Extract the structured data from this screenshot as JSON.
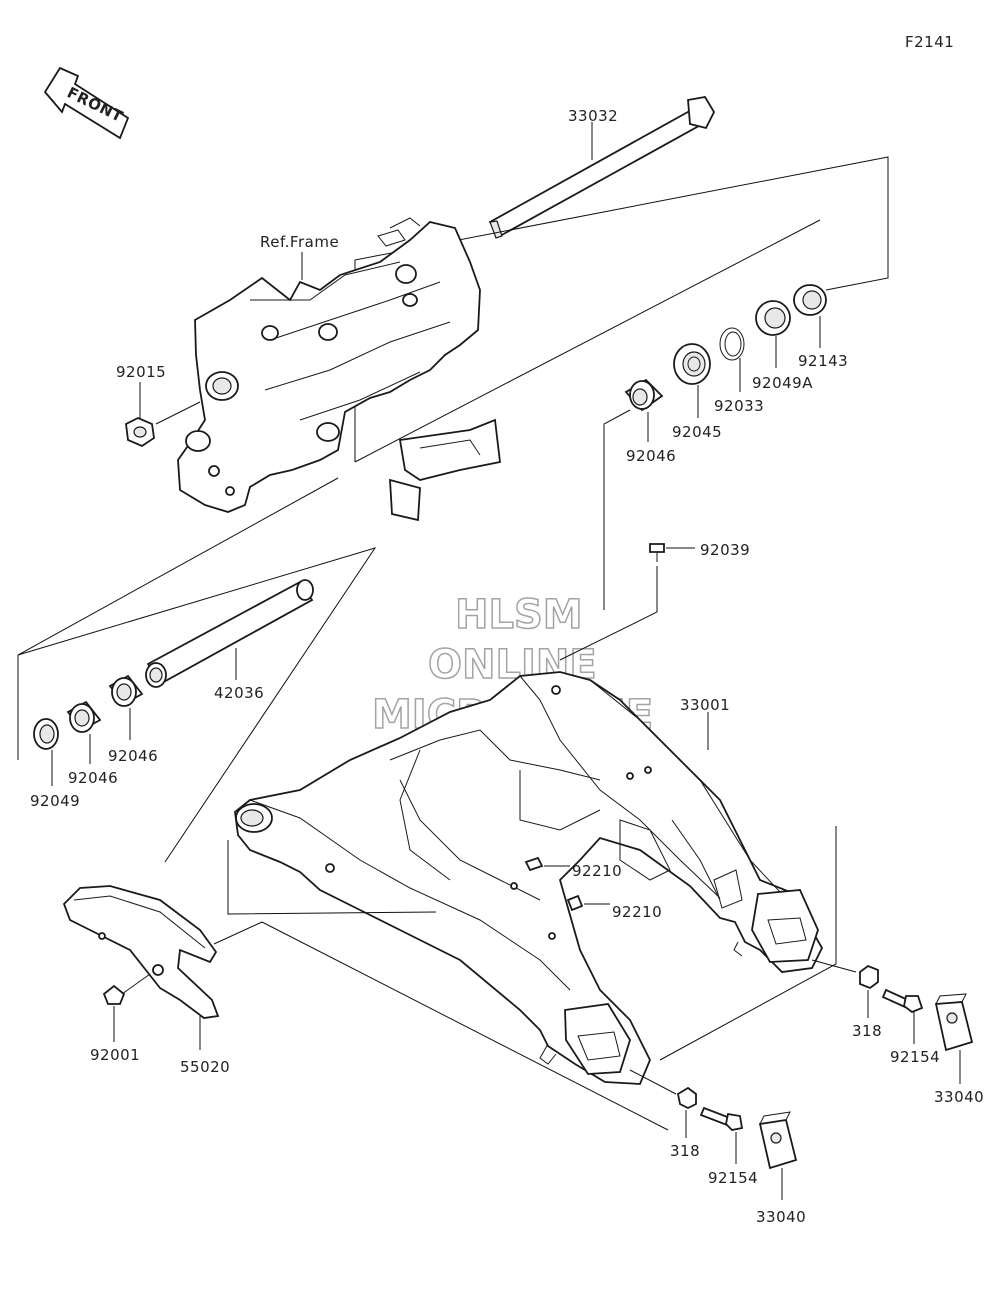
{
  "figure_code": "F2141",
  "front_arrow_text": "FRONT",
  "ref_frame_label": "Ref.Frame",
  "watermark": [
    "HLSM",
    "ONLINE",
    "MICROFICHE"
  ],
  "parts": {
    "p33032": "33032",
    "p92015": "92015",
    "p92143": "92143",
    "p92049A": "92049A",
    "p92033": "92033",
    "p92045": "92045",
    "p92046_top": "92046",
    "p92039": "92039",
    "p42036": "42036",
    "p92046_a": "92046",
    "p92046_b": "92046",
    "p92049": "92049",
    "p33001": "33001",
    "p92210_a": "92210",
    "p92210_b": "92210",
    "p92001": "92001",
    "p55020": "55020",
    "p318_right": "318",
    "p92154_right": "92154",
    "p33040_right": "33040",
    "p318_bottom": "318",
    "p92154_bottom": "92154",
    "p33040_bottom": "33040"
  }
}
